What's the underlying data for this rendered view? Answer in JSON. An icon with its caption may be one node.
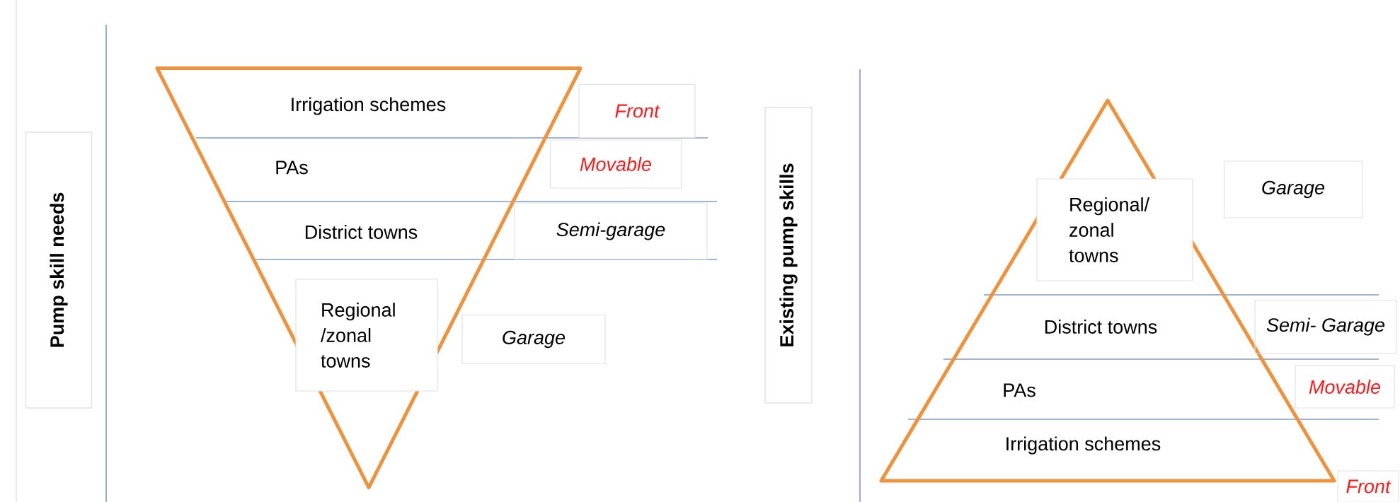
{
  "diagram": {
    "nodes": [
      {
        "text": [
          "Pump skill needs"
        ]
      },
      {
        "text": [],
        "shape": "triangle"
      },
      {
        "text": [
          "Irrigation schemes"
        ],
        "in": 1
      },
      {
        "text": [
          "PAs"
        ],
        "in": 1
      },
      {
        "text": [
          "District towns"
        ],
        "in": 1
      },
      {
        "text": [
          "Regional /zonal towns"
        ],
        "in": 1
      },
      {
        "text": [
          "Front"
        ]
      },
      {
        "text": [
          "Movable"
        ]
      },
      {
        "text": [
          "Semi-garage"
        ]
      },
      {
        "text": [
          "Garage"
        ]
      },
      {
        "text": [
          "Existing pump skills"
        ]
      },
      {
        "text": [],
        "shape": "triangle"
      },
      {
        "text": [
          "Regional/ zonal towns"
        ],
        "in": 11
      },
      {
        "text": [
          "District towns"
        ],
        "in": 11
      },
      {
        "text": [
          "PAs"
        ],
        "in": 11
      },
      {
        "text": [
          "Irrigation schemes"
        ],
        "in": 11
      },
      {
        "text": [
          "Garage"
        ]
      },
      {
        "text": [
          "Semi- Garage"
        ]
      },
      {
        "text": [
          "Movable"
        ]
      },
      {
        "text": [
          "Front"
        ]
      }
    ]
  }
}
